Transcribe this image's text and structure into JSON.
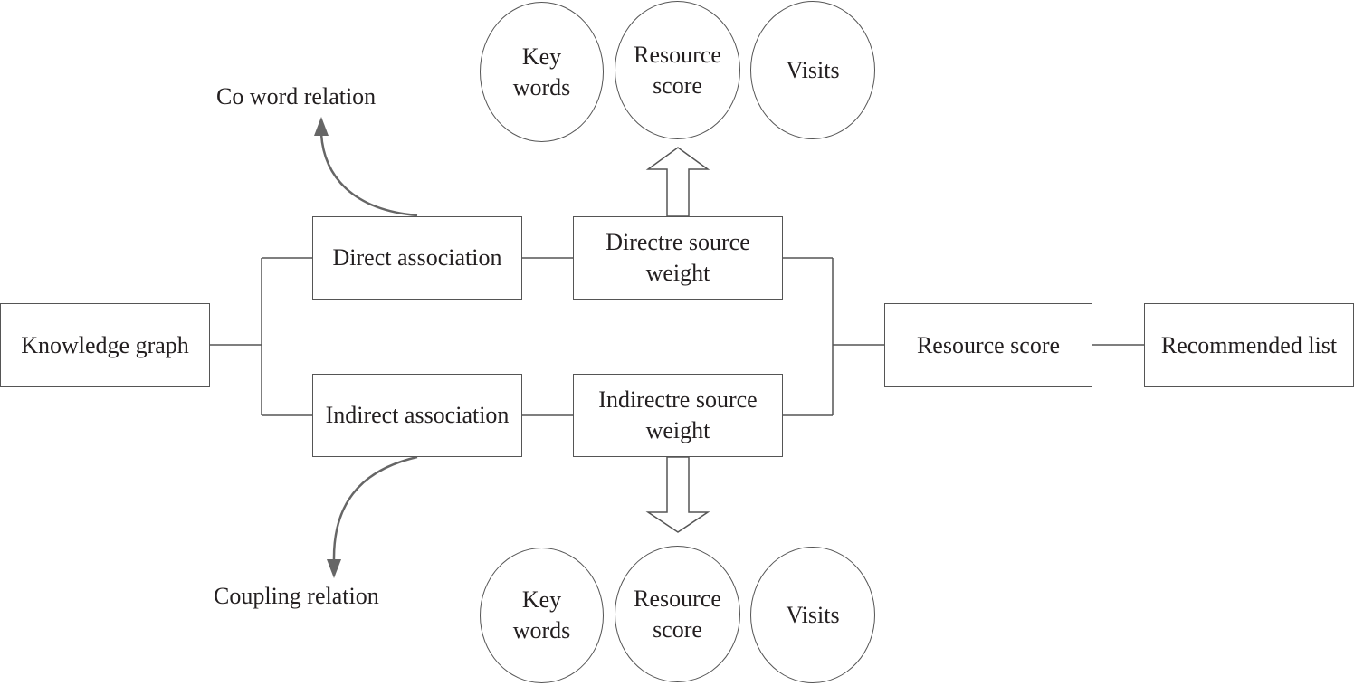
{
  "nodes": {
    "knowledge_graph": "Knowledge graph",
    "direct_association": "Direct association",
    "indirect_association": "Indirect association",
    "direct_weight": [
      "Directre source",
      "weight"
    ],
    "indirect_weight": [
      "Indirectre source",
      "weight"
    ],
    "resource_score": "Resource score",
    "recommended_list": "Recommended list"
  },
  "top_circles": {
    "keywords": [
      "Key",
      "words"
    ],
    "resource_score": [
      "Resource",
      "score"
    ],
    "visits": "Visits"
  },
  "bottom_circles": {
    "keywords": [
      "Key",
      "words"
    ],
    "resource_score": [
      "Resource",
      "score"
    ],
    "visits": "Visits"
  },
  "labels": {
    "co_word": "Co word relation",
    "coupling": "Coupling relation"
  },
  "colors": {
    "line": "#555555",
    "text": "#231f20",
    "arrow": "#666666"
  }
}
